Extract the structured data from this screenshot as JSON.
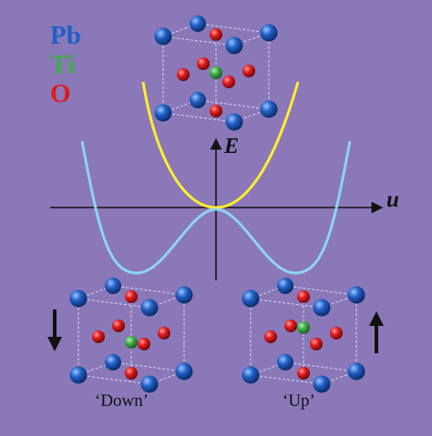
{
  "legend": [
    {
      "label": "Pb",
      "color": "#1f5fc4"
    },
    {
      "label": "Ti",
      "color": "#3fae49"
    },
    {
      "label": "O",
      "color": "#e01b1b"
    }
  ],
  "axes": {
    "energy_label": "E",
    "displacement_label": "u"
  },
  "curves": {
    "cubic_single_well_color": "#ffee2e",
    "tetragonal_double_well_color": "#8fd3f2"
  },
  "states": {
    "down_label": "‘Down’",
    "up_label": "‘Up’"
  },
  "atom_colors": {
    "Pb": "#1f5fc4",
    "Ti": "#3fae49",
    "O": "#e01b1b"
  }
}
